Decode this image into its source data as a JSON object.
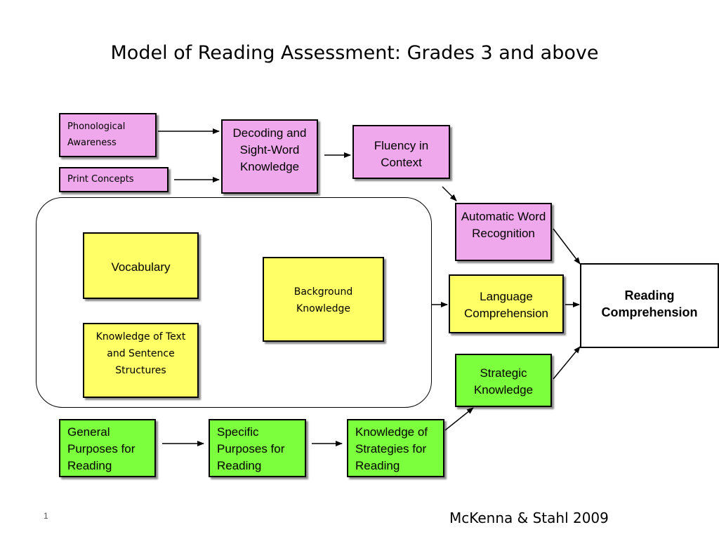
{
  "title": "Model of Reading Assessment: Grades 3 and above",
  "boxes": {
    "phonological": "Phonological Awareness",
    "print": "Print Concepts",
    "decoding": "Decoding and Sight-Word Knowledge",
    "fluency": "Fluency in Context",
    "automatic": "Automatic Word Recognition",
    "vocabulary": "Vocabulary",
    "background": "Background Knowledge",
    "textstruct": "Knowledge of Text and Sentence Structures",
    "language": "Language Comprehension",
    "reading": "Reading Comprehension",
    "strategic": "Strategic Knowledge",
    "general": "General Purposes for Reading",
    "specific": "Specific Purposes for Reading",
    "strategies": "Knowledge of Strategies for Reading"
  },
  "footer": {
    "page": "1",
    "citation": "McKenna & Stahl 2009"
  },
  "colors": {
    "pink": "#efa8ec",
    "yellow": "#ffff66",
    "green": "#7cff3c"
  }
}
